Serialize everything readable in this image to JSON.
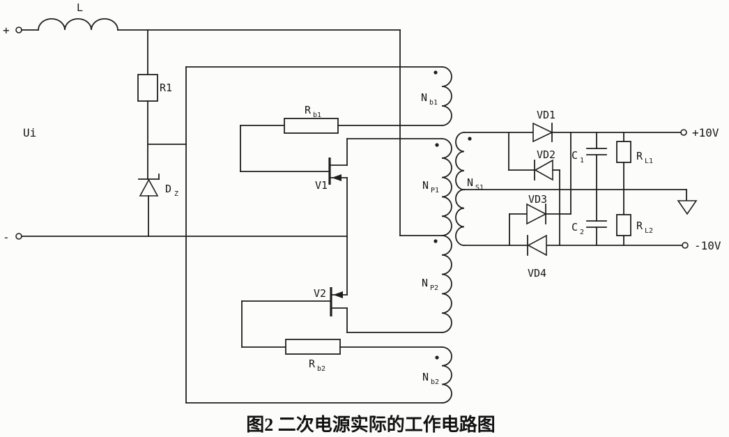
{
  "figure": {
    "caption": "图2 二次电源实际的工作电路图"
  },
  "colors": {
    "line": "#1e1e1e",
    "background": "#fcfcfb"
  },
  "terminals": {
    "input_plus": "+",
    "input_minus": "-",
    "input_voltage": "Ui",
    "output_positive": "+10V",
    "output_negative": "-10V"
  },
  "components": {
    "inductor_l": {
      "label": "L"
    },
    "resistor_r1": {
      "label": "R1"
    },
    "zener_dz": {
      "main": "D",
      "sub": "Z"
    },
    "resistor_rb1": {
      "main": "R",
      "sub": "b1"
    },
    "resistor_rb2": {
      "main": "R",
      "sub": "b2"
    },
    "transistor_v1": {
      "label": "V1"
    },
    "transistor_v2": {
      "label": "V2"
    },
    "winding_nb1": {
      "main": "N",
      "sub": "b1"
    },
    "winding_np1": {
      "main": "N",
      "sub": "P1"
    },
    "winding_np2": {
      "main": "N",
      "sub": "P2"
    },
    "winding_nb2": {
      "main": "N",
      "sub": "b2"
    },
    "winding_ns1": {
      "main": "N",
      "sub": "S1"
    },
    "diode_vd1": {
      "label": "VD1"
    },
    "diode_vd2": {
      "label": "VD2"
    },
    "diode_vd3": {
      "label": "VD3"
    },
    "diode_vd4": {
      "label": "VD4"
    },
    "capacitor_c1": {
      "main": "C",
      "sub": "1"
    },
    "capacitor_c2": {
      "main": "C",
      "sub": "2"
    },
    "resistor_rl1": {
      "main": "R",
      "sub": "L1"
    },
    "resistor_rl2": {
      "main": "R",
      "sub": "L2"
    }
  }
}
